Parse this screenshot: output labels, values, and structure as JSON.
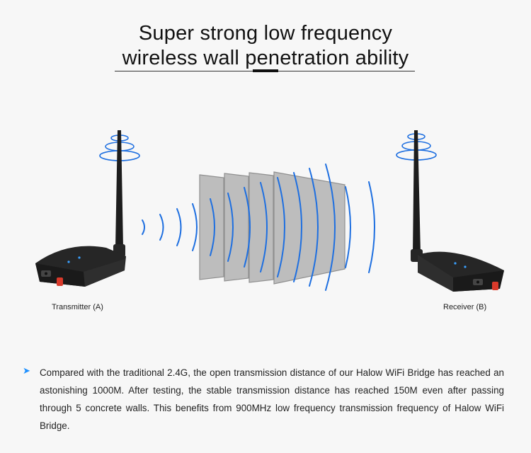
{
  "title": {
    "line1": "Super strong low frequency",
    "line2": "wireless wall penetration ability"
  },
  "devices": {
    "transmitter_label": "Transmitter (A)",
    "receiver_label": "Receiver (B)"
  },
  "description": "Compared with the traditional 2.4G, the open transmission distance of our Halow WiFi Bridge has reached an astonishing 1000M. After testing, the stable transmission distance has reached 150M even after passing through 5 concrete walls. This benefits from 900MHz low frequency transmission frequency of Halow WiFi Bridge.",
  "walls": {
    "count": 4
  },
  "colors": {
    "wave": "#1e6fe0",
    "wall": "#bdbdbd",
    "device": "#222222",
    "antenna_tip": "#d93a2b",
    "bullet": "#1e90ff"
  },
  "icons": {
    "bullet": "arrow-bullet-icon"
  }
}
